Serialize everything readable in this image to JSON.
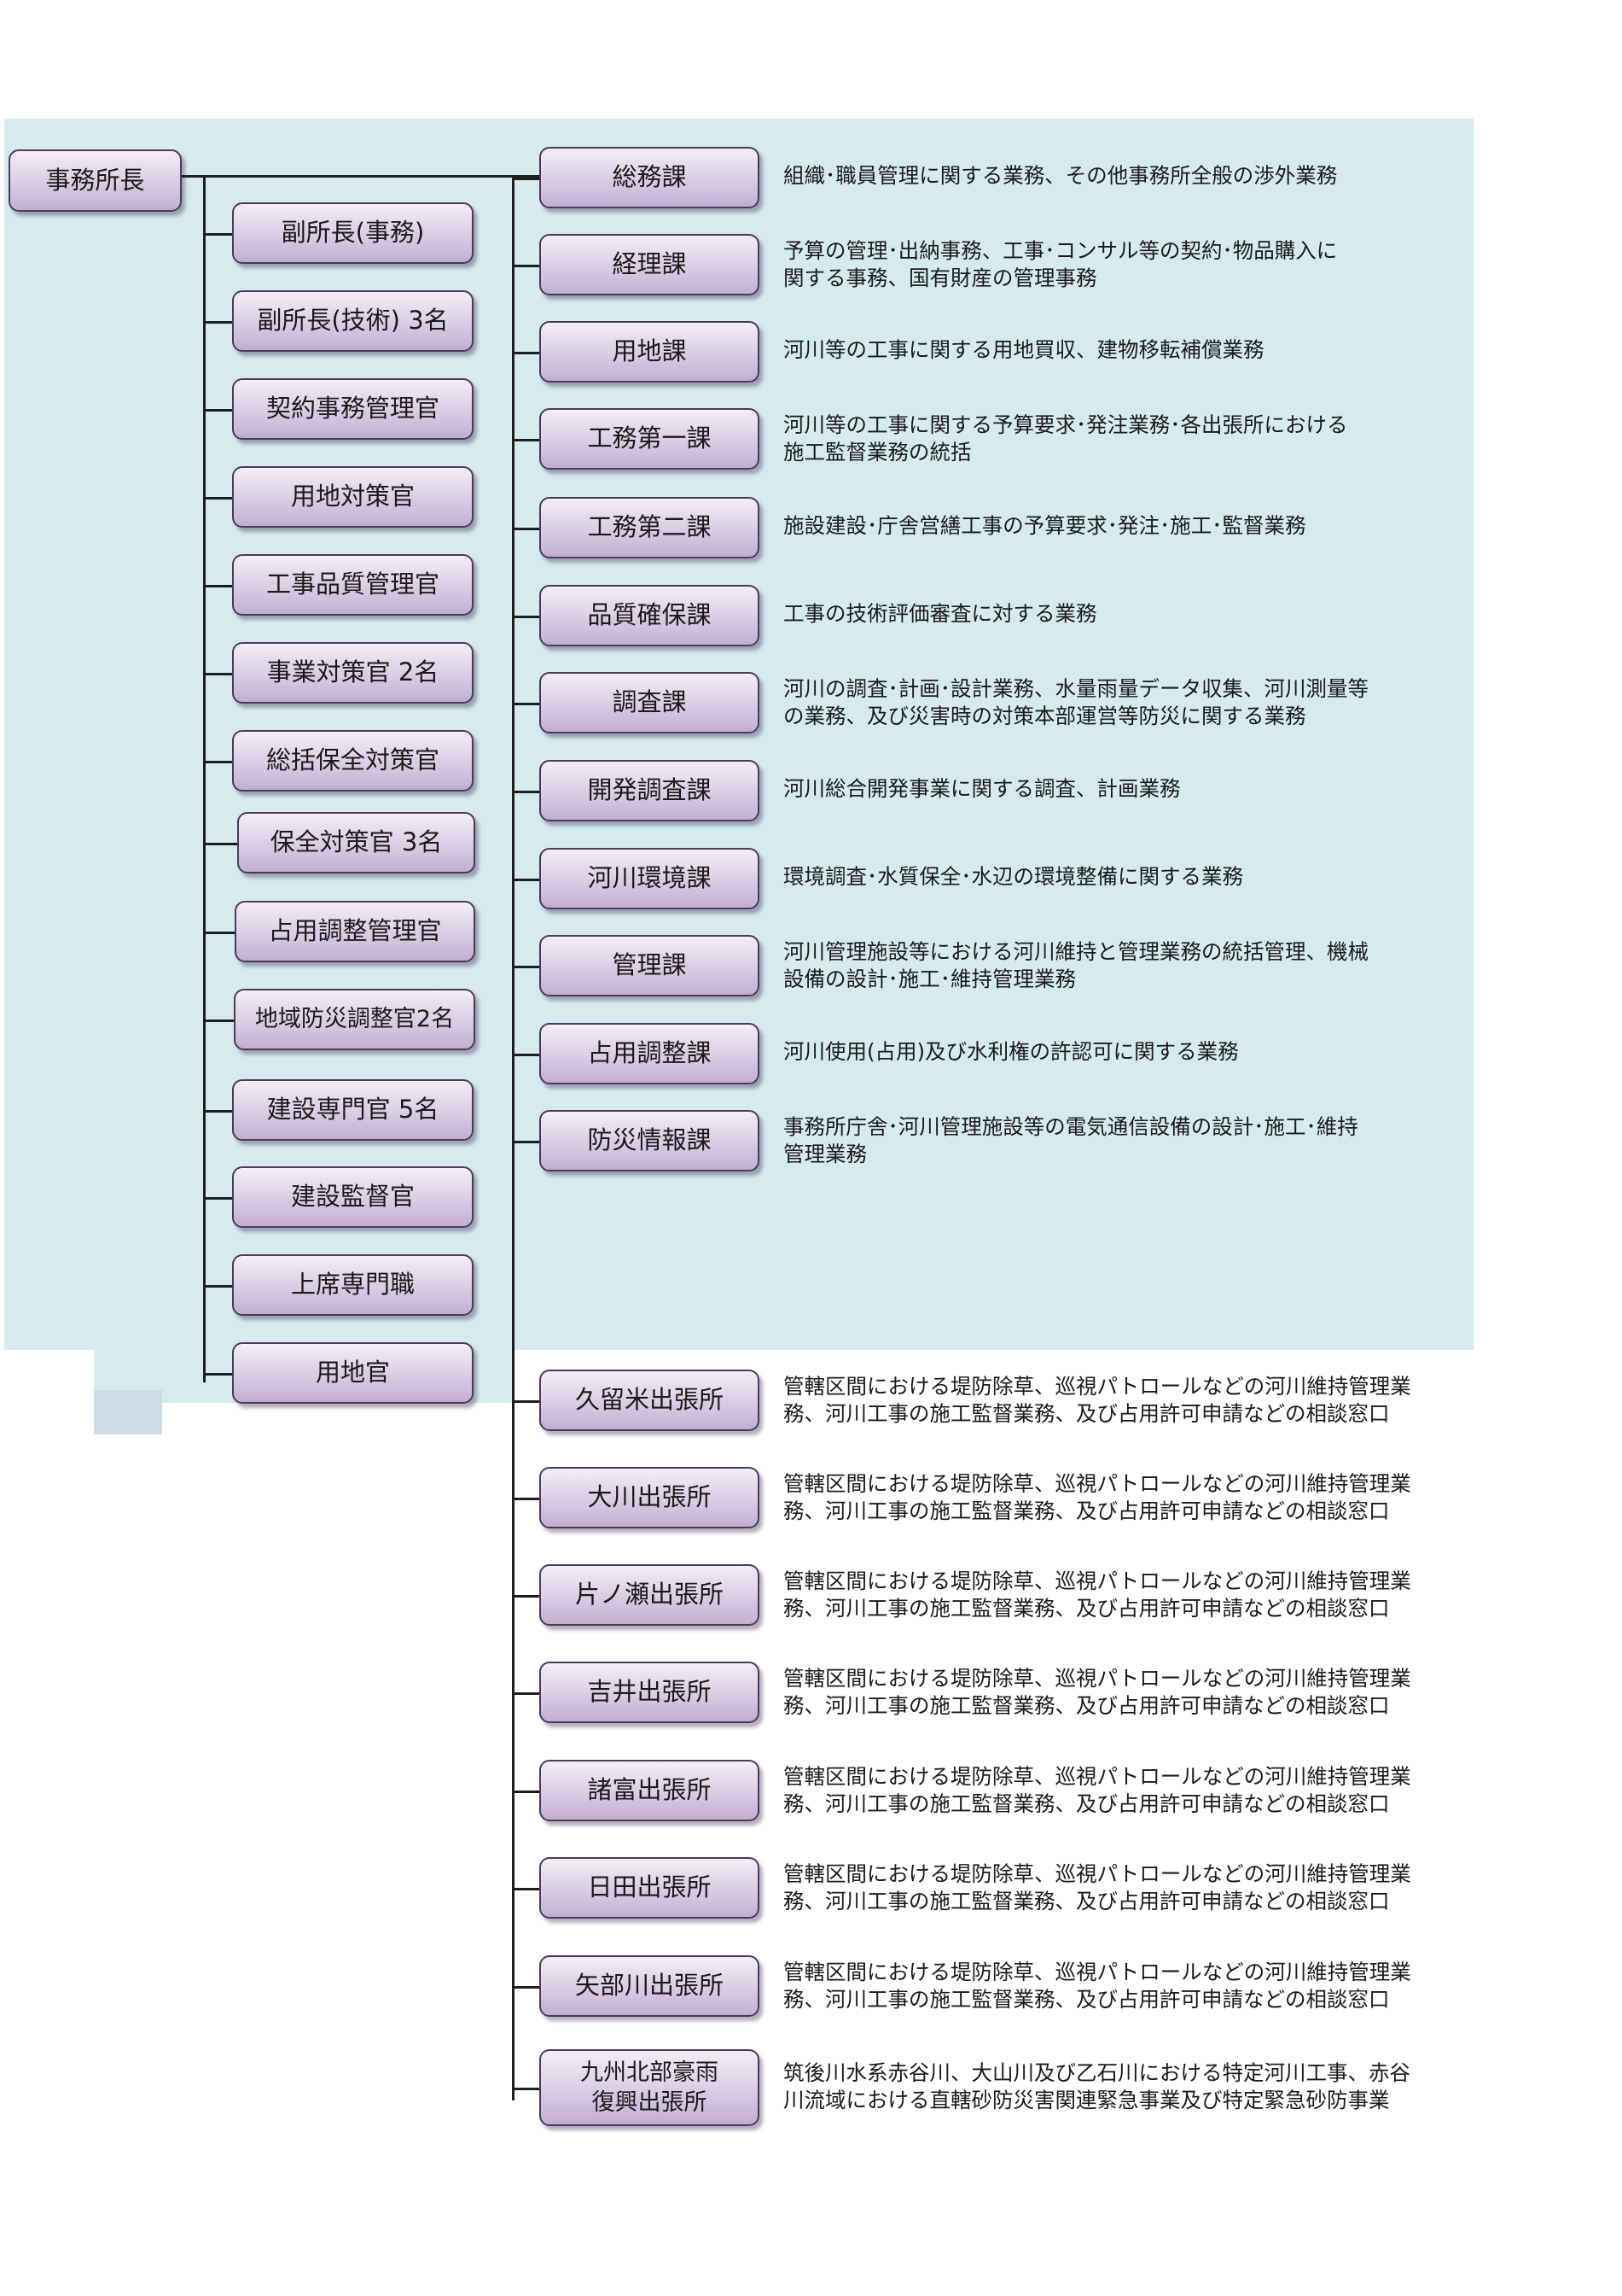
{
  "chief": "事務所長",
  "left_positions": [
    "副所長(事務)",
    "副所長(技術) 3名",
    "契約事務管理官",
    "用地対策官",
    "工事品質管理官",
    "事業対策官 2名",
    "総括保全対策官",
    "保全対策官 3名",
    "占用調整管理官",
    "地域防災調整官2名",
    "建設専門官 5名",
    "建設監督官",
    "上席専門職",
    "用地官"
  ],
  "sections": [
    {
      "name": "総務課",
      "desc": "組織･職員管理に関する業務、その他事務所全般の渉外業務"
    },
    {
      "name": "経理課",
      "desc": "予算の管理･出納事務、工事･コンサル等の契約･物品購入に\n関する事務、国有財産の管理事務"
    },
    {
      "name": "用地課",
      "desc": "河川等の工事に関する用地買収、建物移転補償業務"
    },
    {
      "name": "工務第一課",
      "desc": "河川等の工事に関する予算要求･発注業務･各出張所における\n施工監督業務の統括"
    },
    {
      "name": "工務第二課",
      "desc": "施設建設･庁舎営繕工事の予算要求･発注･施工･監督業務"
    },
    {
      "name": "品質確保課",
      "desc": "工事の技術評価審査に対する業務"
    },
    {
      "name": "調査課",
      "desc": "河川の調査･計画･設計業務、水量雨量データ収集、河川測量等\nの業務、及び災害時の対策本部運営等防災に関する業務"
    },
    {
      "name": "開発調査課",
      "desc": "河川総合開発事業に関する調査、計画業務"
    },
    {
      "name": "河川環境課",
      "desc": "環境調査･水質保全･水辺の環境整備に関する業務"
    },
    {
      "name": "管理課",
      "desc": "河川管理施設等における河川維持と管理業務の統括管理、機械\n設備の設計･施工･維持管理業務"
    },
    {
      "name": "占用調整課",
      "desc": "河川使用(占用)及び水利権の許認可に関する業務"
    },
    {
      "name": "防災情報課",
      "desc": "事務所庁舎･河川管理施設等の電気通信設備の設計･施工･維持\n管理業務"
    }
  ],
  "offices": [
    {
      "name": "久留米出張所",
      "desc": "管轄区間における堤防除草、巡視パトロールなどの河川維持管理業\n務、河川工事の施工監督業務、及び占用許可申請などの相談窓口"
    },
    {
      "name": "大川出張所",
      "desc": "管轄区間における堤防除草、巡視パトロールなどの河川維持管理業\n務、河川工事の施工監督業務、及び占用許可申請などの相談窓口"
    },
    {
      "name": "片ノ瀬出張所",
      "desc": "管轄区間における堤防除草、巡視パトロールなどの河川維持管理業\n務、河川工事の施工監督業務、及び占用許可申請などの相談窓口"
    },
    {
      "name": "吉井出張所",
      "desc": "管轄区間における堤防除草、巡視パトロールなどの河川維持管理業\n務、河川工事の施工監督業務、及び占用許可申請などの相談窓口"
    },
    {
      "name": "諸富出張所",
      "desc": "管轄区間における堤防除草、巡視パトロールなどの河川維持管理業\n務、河川工事の施工監督業務、及び占用許可申請などの相談窓口"
    },
    {
      "name": "日田出張所",
      "desc": "管轄区間における堤防除草、巡視パトロールなどの河川維持管理業\n務、河川工事の施工監督業務、及び占用許可申請などの相談窓口"
    },
    {
      "name": "矢部川出張所",
      "desc": "管轄区間における堤防除草、巡視パトロールなどの河川維持管理業\n務、河川工事の施工監督業務、及び占用許可申請などの相談窓口"
    },
    {
      "name": "九州北部豪雨\n復興出張所",
      "desc": "筑後川水系赤谷川、大山川及び乙石川における特定河川工事、赤谷\n川流域における直轄砂防災害関連緊急事業及び特定緊急砂防事業"
    }
  ],
  "colors": {
    "background_panel": "#d6ebef",
    "box_border": "#4a3a5c",
    "box_fill_top": "#f3eef7",
    "box_fill_bottom": "#c3aed3",
    "line": "#1e1e1e"
  }
}
